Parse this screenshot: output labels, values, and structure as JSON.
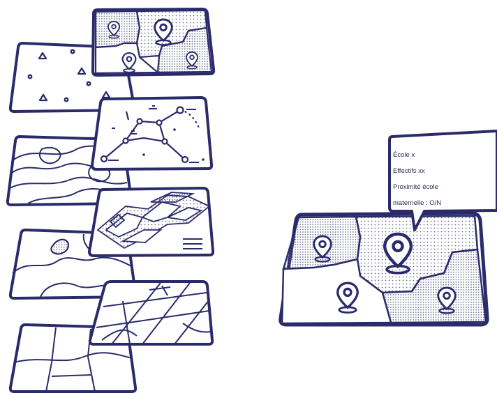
{
  "colors": {
    "ink": "#2b2b6b",
    "paper": "#ffffff",
    "dots": "#b9bcc9"
  },
  "layers": [
    {
      "name": "zones-with-pins",
      "icon": "map-pin-icon"
    },
    {
      "name": "points",
      "icon": "triangle-icon"
    },
    {
      "name": "network",
      "icon": "node-icon"
    },
    {
      "name": "contours",
      "icon": ""
    },
    {
      "name": "terrain-3d",
      "icon": ""
    },
    {
      "name": "regions",
      "icon": ""
    },
    {
      "name": "streets",
      "icon": ""
    },
    {
      "name": "parcels",
      "icon": ""
    }
  ],
  "callout": {
    "lines": [
      "École x",
      "Effectifs xx",
      "Proximité école",
      "maternelle : O/N"
    ]
  }
}
